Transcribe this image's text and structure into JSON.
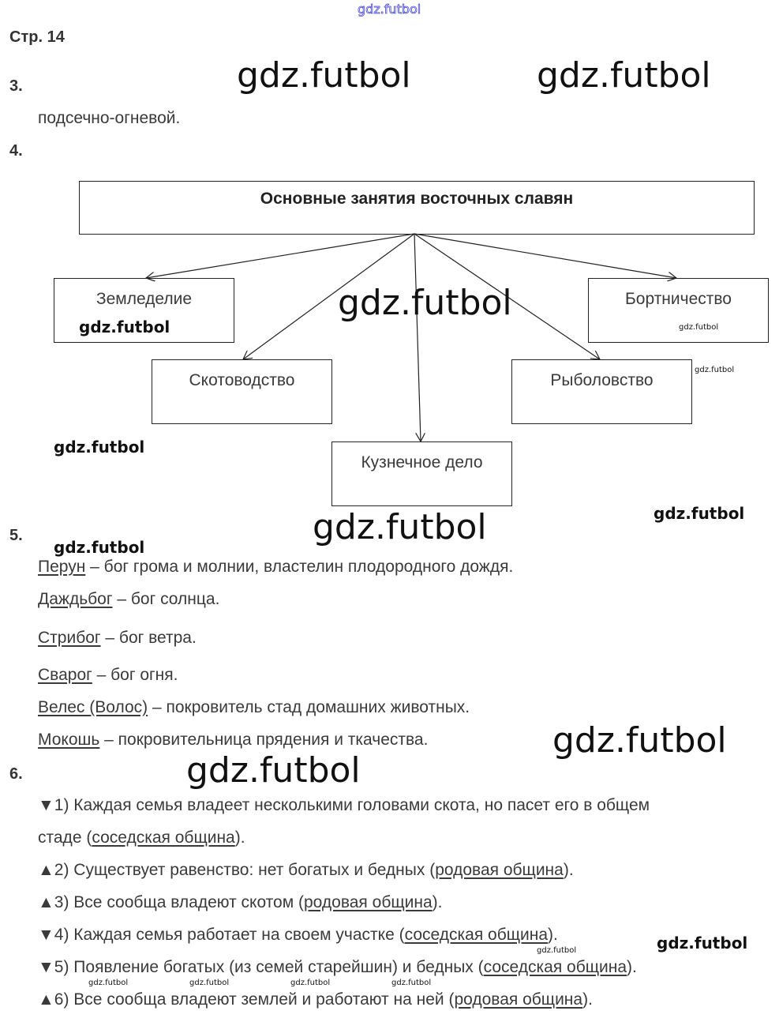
{
  "watermarks": {
    "top": "gdz.futbol",
    "text": "gdz.futbol"
  },
  "page_title": "Стр. 14",
  "q3": {
    "number": "3.",
    "answer": "подсечно-огневой."
  },
  "q4": {
    "number": "4.",
    "diagram": {
      "root": "Основные занятия восточных славян",
      "children": [
        "Земледелие",
        "Скотоводство",
        "Кузнечное дело",
        "Рыболовство",
        "Бортничество"
      ]
    }
  },
  "q5": {
    "number": "5.",
    "items": [
      {
        "name": "Перун",
        "desc": " – бог грома и молнии, властелин плодородного дождя."
      },
      {
        "name": "Даждьбог",
        "desc": " – бог солнца."
      },
      {
        "name": "Стрибог",
        "desc": " – бог ветра."
      },
      {
        "name": "Сварог",
        "desc": " – бог огня."
      },
      {
        "name": "Велес (Волос)",
        "desc": " – покровитель стад домашних животных."
      },
      {
        "name": "Мокошь",
        "desc": " – покровительница прядения и ткачества."
      }
    ]
  },
  "q6": {
    "number": "6.",
    "items": [
      {
        "marker": "▼",
        "text": "1) Каждая семья владеет несколькими головами скота, но пасет его в общем",
        "text2": "стаде (",
        "term": "соседская община",
        "end": ")."
      },
      {
        "marker": "▲",
        "text": "2) Существует равенство: нет богатых и бедных (",
        "term": "родовая община",
        "end": ")."
      },
      {
        "marker": "▲",
        "text": "3) Все сообща владеют скотом (",
        "term": "родовая община",
        "end": ")."
      },
      {
        "marker": "▼",
        "text": "4) Каждая семья работает на своем участке (",
        "term": "соседская община",
        "end": ")."
      },
      {
        "marker": "▼",
        "text": "5) Появление богатых (из семей старейшин) и бедных (",
        "term": "соседская община",
        "end": ")."
      },
      {
        "marker": "▲",
        "text": "6) Все сообща владеют землей и работают на ней (",
        "term": "родовая община",
        "end": ")."
      }
    ]
  }
}
